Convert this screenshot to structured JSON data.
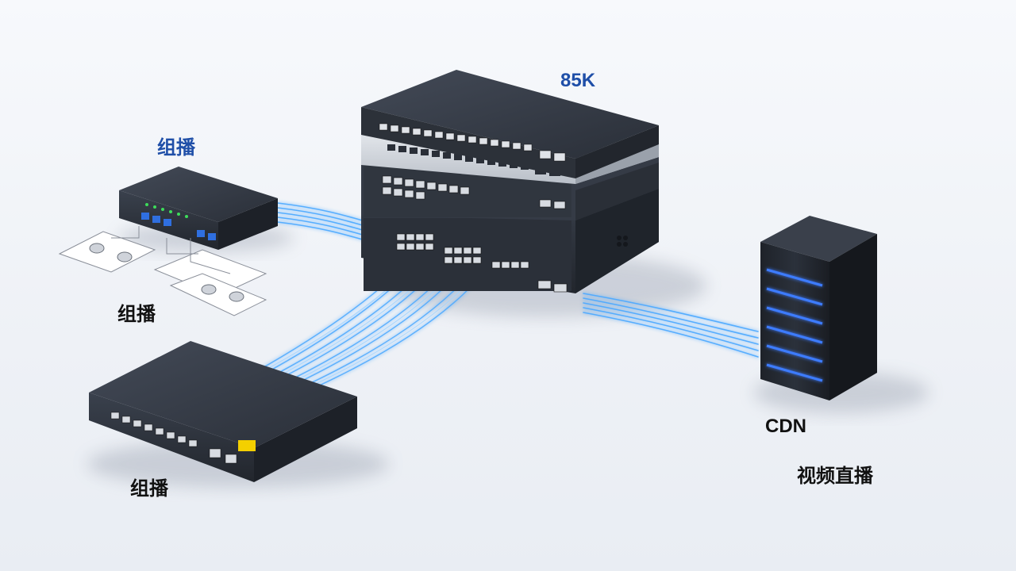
{
  "labels": {
    "core_switch_label": "85K",
    "multicast_top": "组播",
    "multicast_middle": "组播",
    "multicast_bottom": "组播",
    "cdn": "CDN",
    "video_live": "视频直播"
  },
  "colors": {
    "label_blue": "#1f4fa8",
    "label_dark": "#111111",
    "fiber": "#4aa8ff",
    "fiber_glow": "#9fd3ff",
    "device_body": "#2f3540",
    "server_light": "#3d7bff",
    "status_led": "#3ddc5a",
    "warning_sticker": "#f4d000"
  },
  "icons": {
    "core_switch": "stacked-switch-icon",
    "top_left_device": "small-switch-icon",
    "bottom_device": "access-switch-icon",
    "cdn_server": "server-tower-icon",
    "cameras": "camera-icon"
  }
}
